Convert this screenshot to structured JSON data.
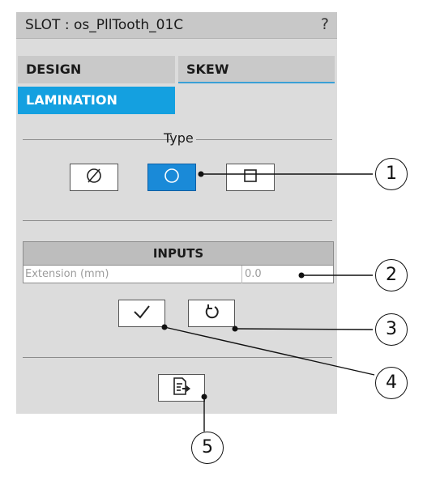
{
  "panel": {
    "title": "SLOT : os_PllTooth_01C",
    "help_label": "?",
    "tabs": {
      "design": "DESIGN",
      "skew": "SKEW",
      "lamination": "LAMINATION"
    },
    "type_section_label": "Type",
    "inputs": {
      "header": "INPUTS",
      "rows": [
        {
          "label": "Extension (mm)",
          "value": "0.0"
        }
      ]
    }
  },
  "callouts": [
    "1",
    "2",
    "3",
    "4",
    "5"
  ],
  "icons": {
    "type_buttons": [
      "empty-set-icon",
      "circle-icon",
      "square-icon"
    ],
    "action_buttons": [
      "checkmark-icon",
      "reset-arrow-icon"
    ],
    "exit_button": "exit-document-icon"
  },
  "colors": {
    "active_tab": "#14a0e0",
    "active_type_button": "#1a8ad8",
    "panel_bg": "#dcdcdc"
  }
}
